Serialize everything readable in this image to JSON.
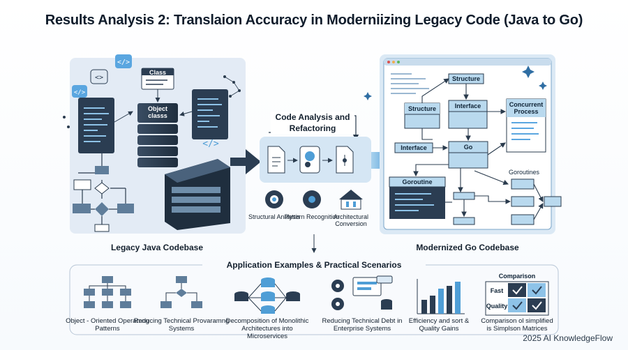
{
  "title": "Results Analysis 2: Translaion Accuracy in Moderniizing Legacy Code (Java to Go)",
  "legacy": {
    "caption": "Legacy Java Codebase",
    "class_label": "Class",
    "object_label": "Object classs",
    "code_tag": "</>"
  },
  "center": {
    "title": "Code Analysis and Refactoring",
    "steps": [
      {
        "label": "Structural Analysis"
      },
      {
        "label": "Pattern Recognition"
      },
      {
        "label": "Architectural Conversion"
      }
    ]
  },
  "modern": {
    "caption": "Modernized Go Codebase",
    "boxes": {
      "structure_top": "Structure",
      "structure": "Structure",
      "interface_top": "Interface",
      "concurrent": "Concurrent Process",
      "interface": "Interface",
      "go": "Go",
      "goroutine": "Goroutine",
      "goroutines": "Goroutines"
    }
  },
  "applications": {
    "title": "Application Examples & Practical Scenarios",
    "items": [
      {
        "label": "Object - Oriented Operamng Patterns"
      },
      {
        "label": "Reducing Technical Provaramng Systems"
      },
      {
        "label": "Decomposition of Monolithic Architectures into Microservices"
      },
      {
        "label": "Reducing Technical Debt in Enterprise Systems"
      },
      {
        "label": "Efficiency and sort & Quality Gains"
      },
      {
        "label": "Comparison ol simplified is Simplson Matrices"
      }
    ],
    "comparison": {
      "title": "Comparison",
      "row1": "Fast",
      "row2": "Quality"
    }
  },
  "footer": "2025 AI KnowledgeFlow",
  "colors": {
    "accent": "#4f9ed6",
    "panel": "#e6eef8",
    "dark": "#2f4256",
    "box": "#b9d9ee"
  }
}
